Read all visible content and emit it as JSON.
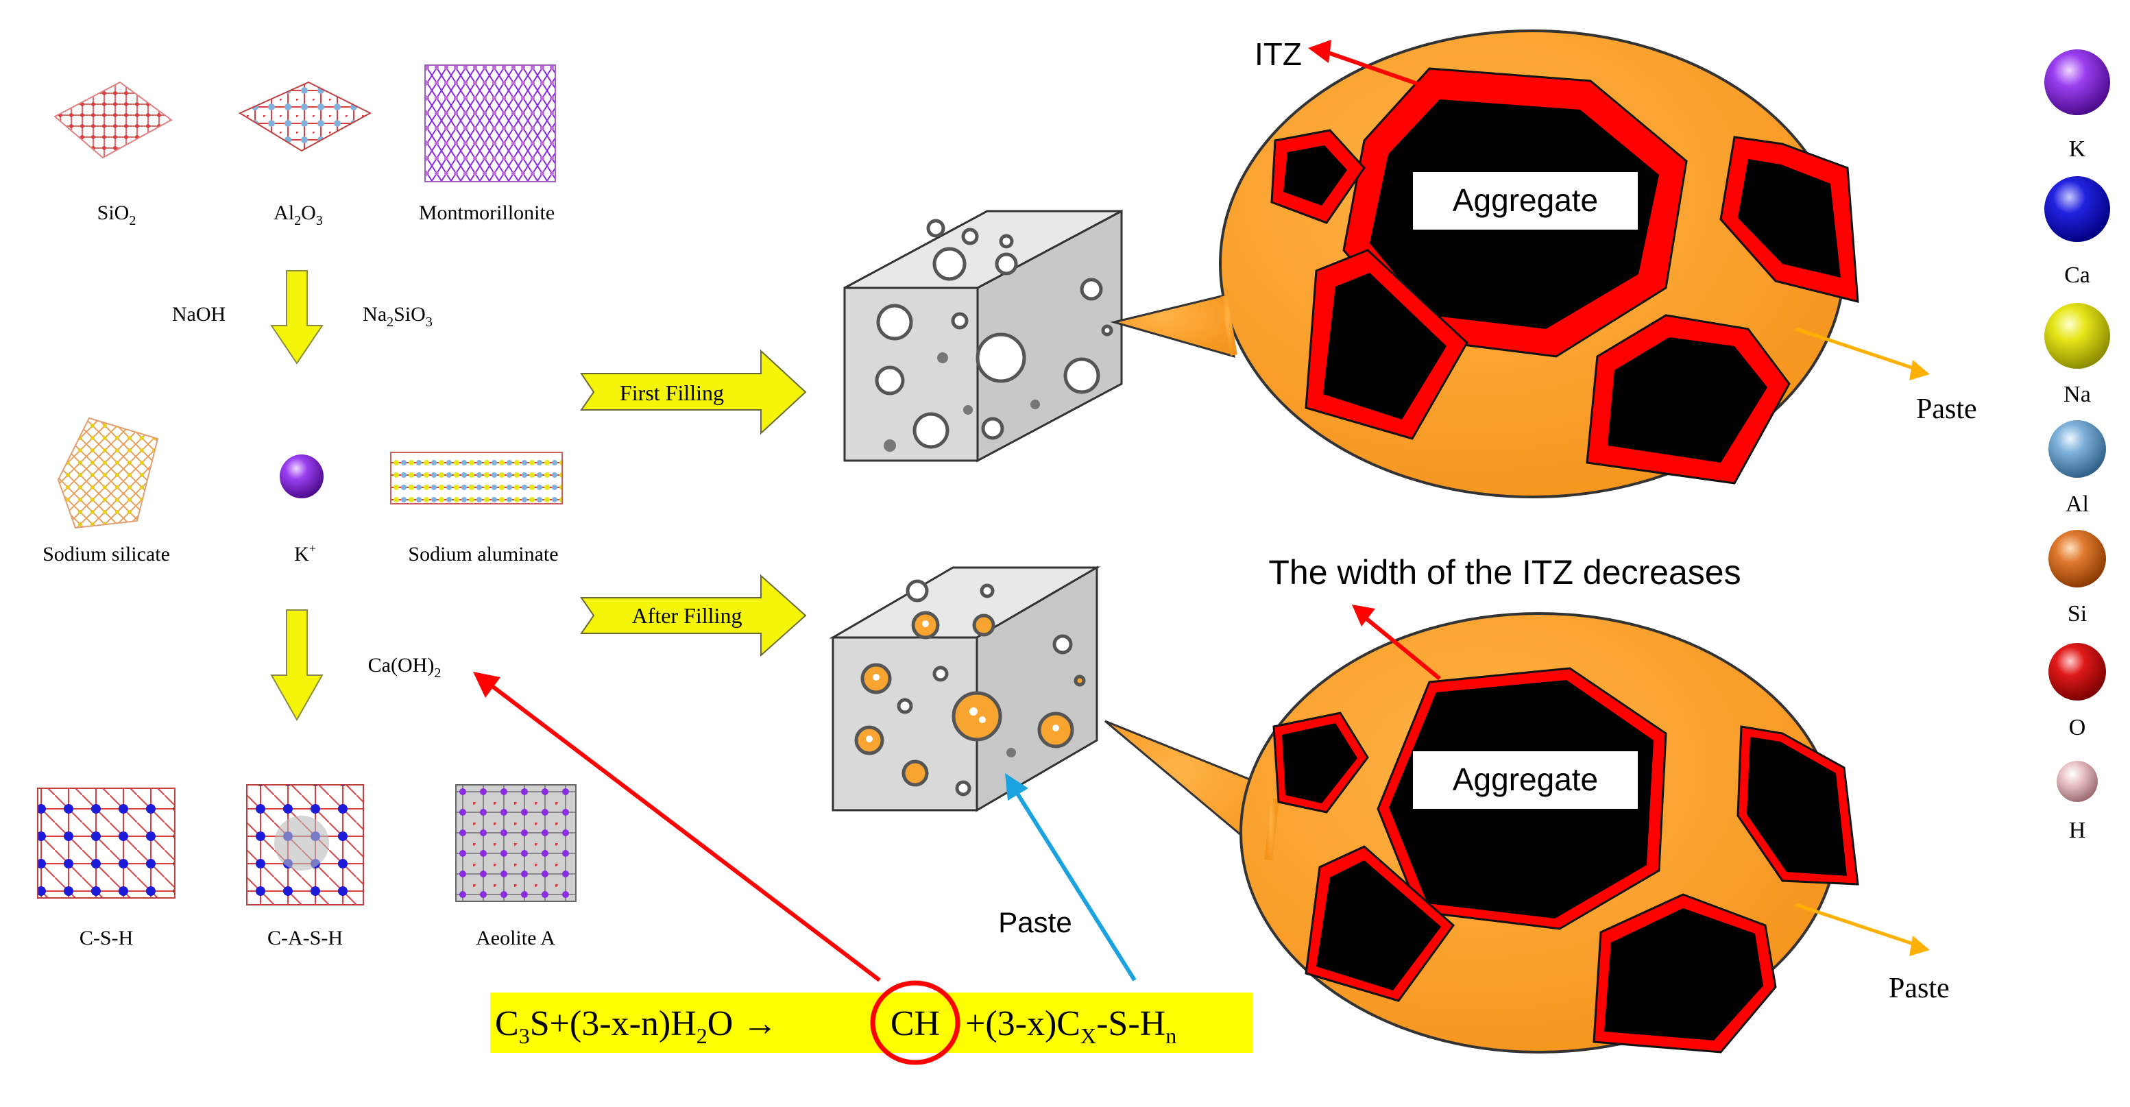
{
  "raw_materials": [
    {
      "name": "SiO",
      "sub": "2"
    },
    {
      "name": "Al",
      "sub": "2",
      "name2": "O",
      "sub2": "3"
    },
    {
      "name": "Montmorillonite"
    }
  ],
  "reagents": {
    "left": "NaOH",
    "right": {
      "text": "Na",
      "sub": "2",
      "text2": "SiO",
      "sub2": "3"
    }
  },
  "intermediates": {
    "sodium_silicate": "Sodium silicate",
    "potassium": {
      "text": "K",
      "sup": "+"
    },
    "sodium_aluminate": "Sodium aluminate"
  },
  "calcium_hydroxide": {
    "text": "Ca(OH)",
    "sub": "2"
  },
  "products": [
    "C-S-H",
    "C-A-S-H",
    "Aeolite A"
  ],
  "arrows": {
    "first": "First Filling",
    "after": "After Filling"
  },
  "paste_label_cube": "Paste",
  "equation": {
    "c3s": "C",
    "c3s_sub": "3",
    "c3s_rest": "S+(3-x-n)H",
    "h2o_sub": "2",
    "h2o_rest": "O →",
    "ch": "CH",
    "tail": "+(3-x)C",
    "x_sub": "X",
    "tail2": "-S-H",
    "n_sub": "n"
  },
  "top_view": {
    "itz": "ITZ",
    "aggregate": "Aggregate",
    "paste": "Paste"
  },
  "bottom_view": {
    "caption": "The width of the ITZ decreases",
    "aggregate": "Aggregate",
    "paste": "Paste"
  },
  "legend": [
    {
      "label": "K",
      "color": "#8a2be2"
    },
    {
      "label": "Ca",
      "color": "#1c1cd8"
    },
    {
      "label": "Na",
      "color": "#e3e31a"
    },
    {
      "label": "Al",
      "color": "#6fa8d6"
    },
    {
      "label": "Si",
      "color": "#e07a30"
    },
    {
      "label": "O",
      "color": "#d81a1a"
    },
    {
      "label": "H",
      "color": "#e4b8bc"
    }
  ],
  "colors": {
    "yellow_arrow": "#f5f50a",
    "paste_orange": "#f7a530",
    "itz_red": "#ff0000",
    "cube_gray": "#d9d9d9",
    "link_blue": "#1aa3e0"
  }
}
